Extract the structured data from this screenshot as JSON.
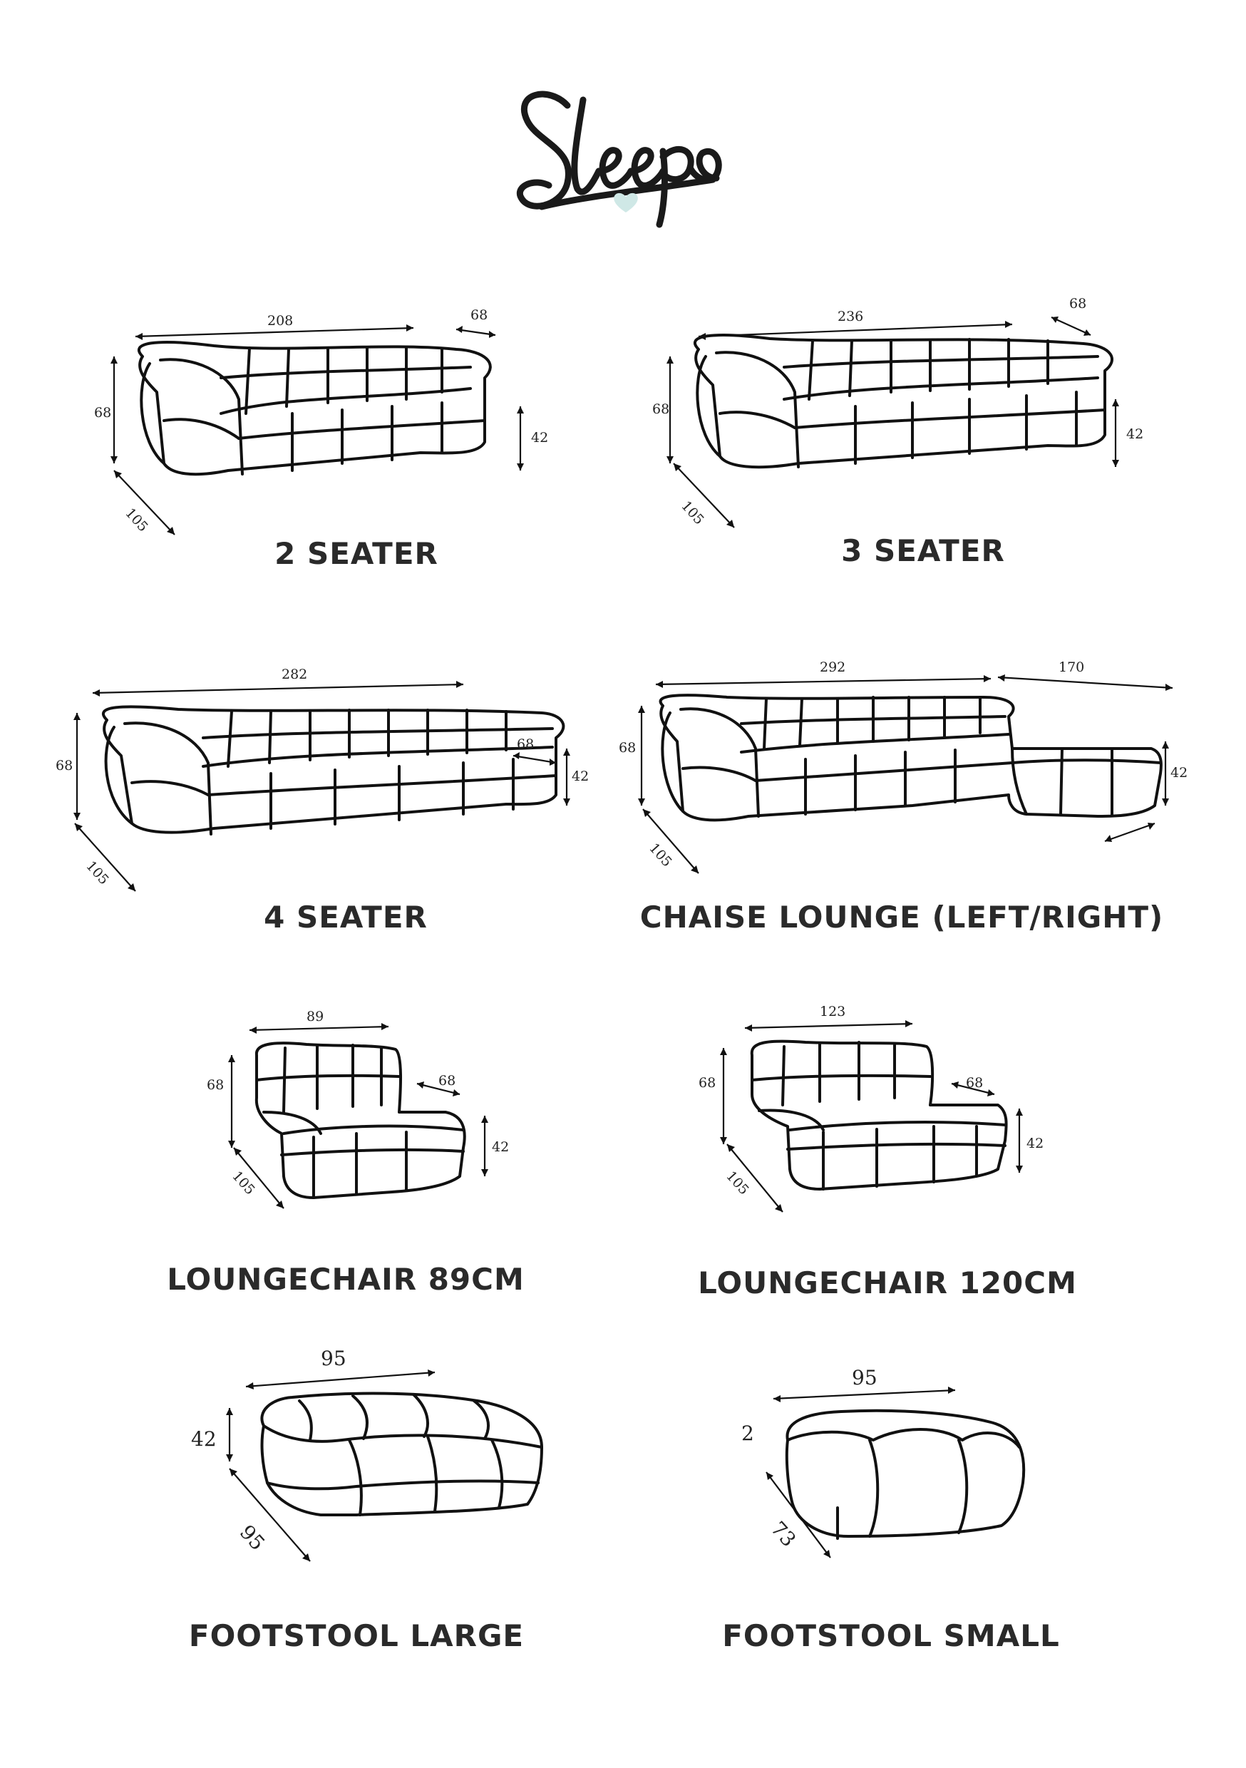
{
  "brand": {
    "name": "Sleepo",
    "heart_color": "#cfe8e6",
    "ink_color": "#1a1a1a"
  },
  "products": [
    {
      "id": "2-seater",
      "label": "2 SEATER",
      "dims": {
        "width": "208",
        "depth": "105",
        "height": "68",
        "seat_height": "42",
        "seat_depth": "68"
      }
    },
    {
      "id": "3-seater",
      "label": "3 SEATER",
      "dims": {
        "width": "236",
        "depth": "105",
        "height": "68",
        "seat_height": "42",
        "seat_depth": "68"
      }
    },
    {
      "id": "4-seater",
      "label": "4 SEATER",
      "dims": {
        "width": "282",
        "depth": "105",
        "height": "68",
        "seat_height": "42",
        "seat_depth": "68"
      }
    },
    {
      "id": "chaise-lounge",
      "label": "CHAISE LOUNGE (LEFT/RIGHT)",
      "dims": {
        "width": "292",
        "chaise_width": "170",
        "depth": "105",
        "height": "68",
        "seat_height": "42"
      }
    },
    {
      "id": "loungechair-89",
      "label": "LOUNGECHAIR 89CM",
      "dims": {
        "width": "89",
        "depth": "105",
        "height": "68",
        "seat_height": "42",
        "seat_depth": "68"
      }
    },
    {
      "id": "loungechair-120",
      "label": "LOUNGECHAIR 120CM",
      "dims": {
        "width": "123",
        "depth": "105",
        "height": "68",
        "seat_height": "42",
        "seat_depth": "68"
      }
    },
    {
      "id": "footstool-large",
      "label": "FOOTSTOOL LARGE",
      "dims": {
        "width": "95",
        "depth": "95",
        "height": "42"
      }
    },
    {
      "id": "footstool-small",
      "label": "FOOTSTOOL SMALL",
      "dims": {
        "width": "95",
        "depth": "73",
        "height": "2"
      }
    }
  ]
}
